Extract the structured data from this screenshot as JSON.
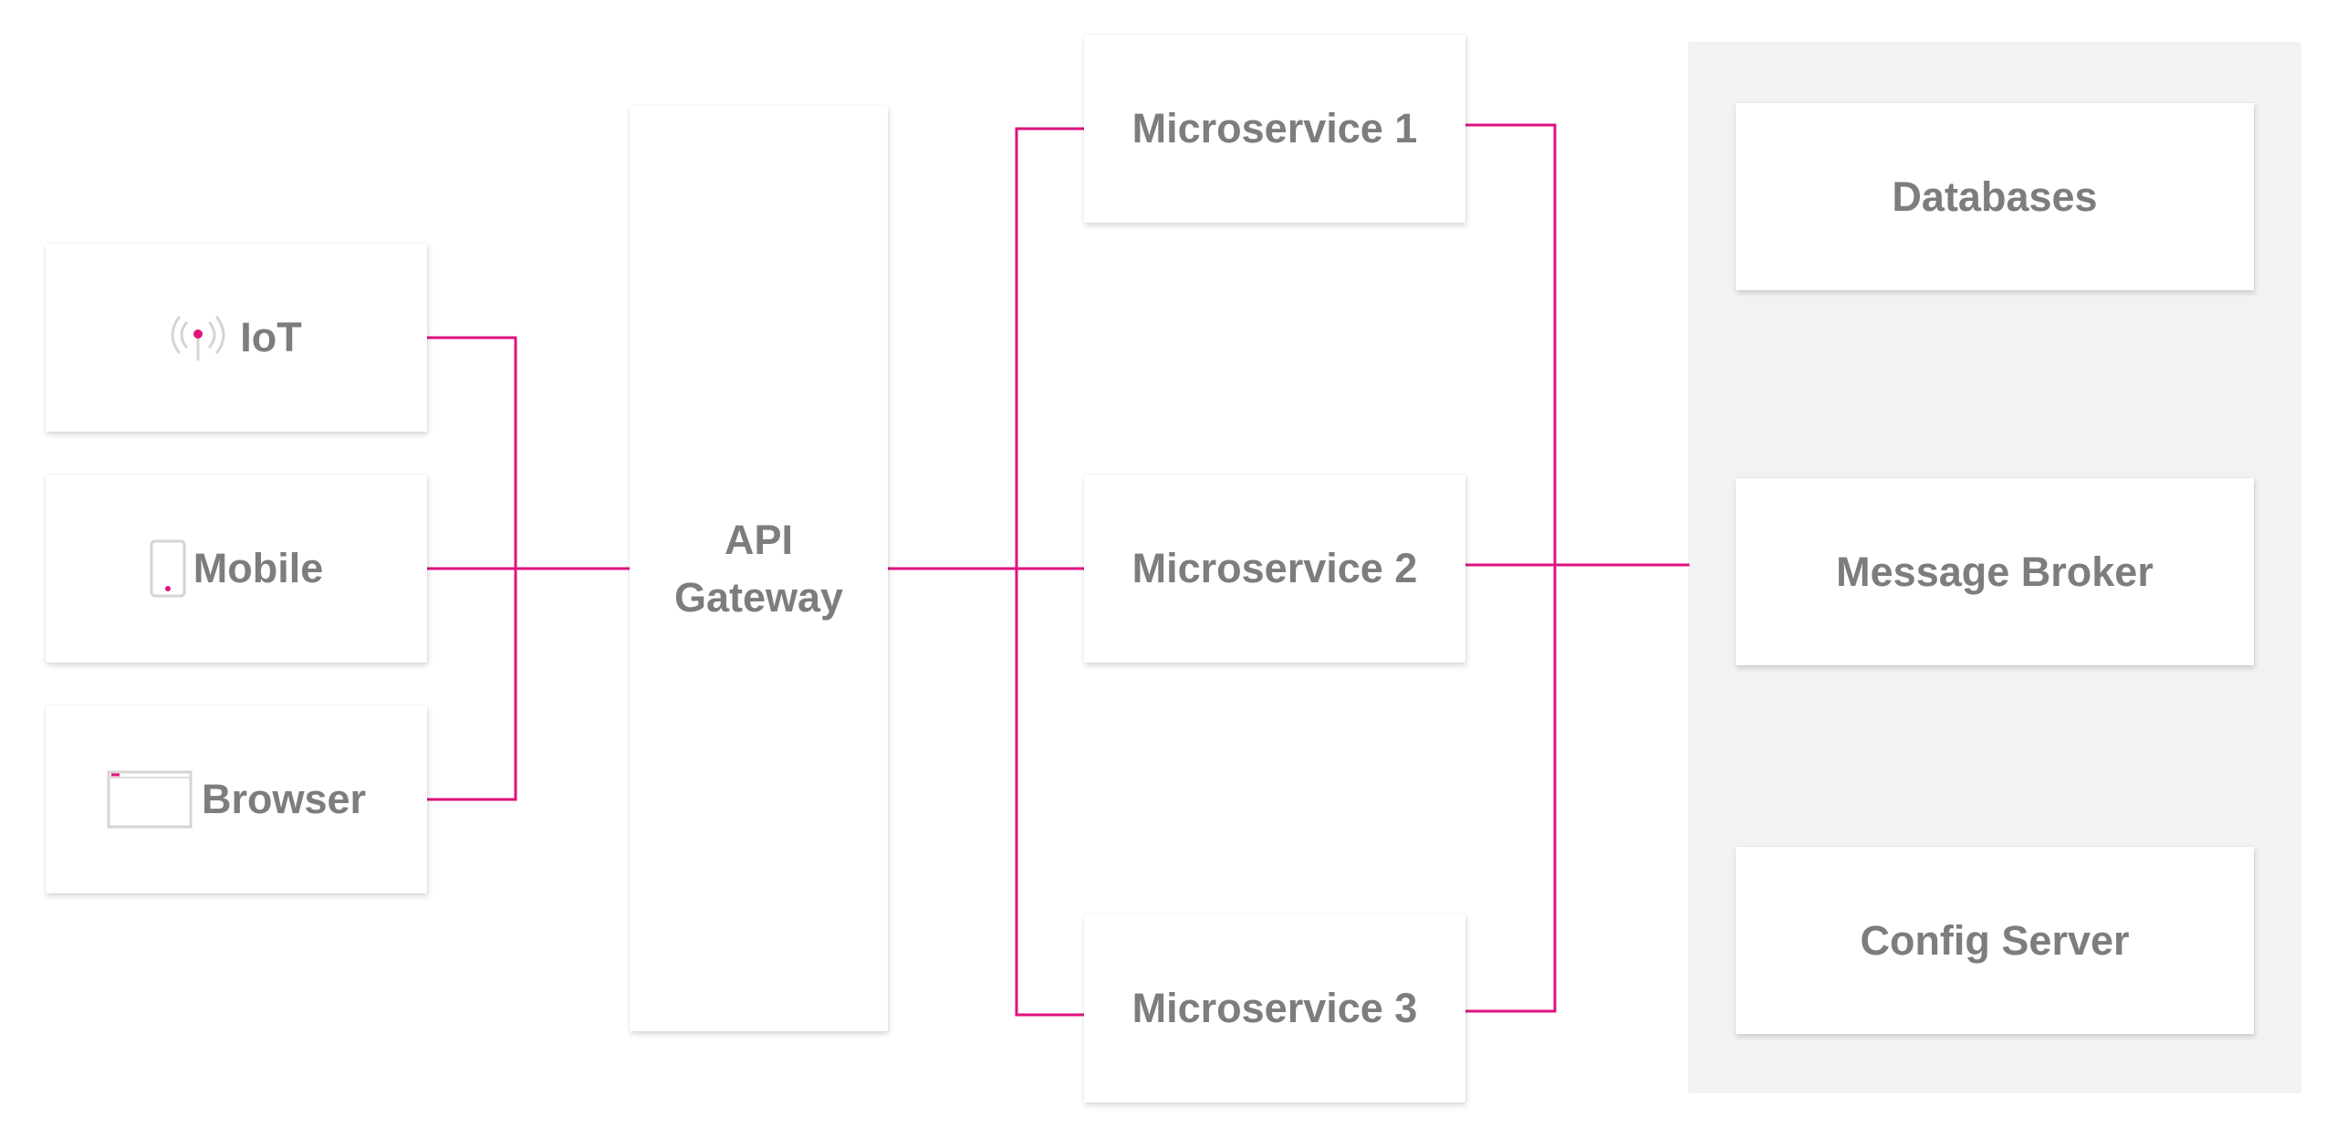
{
  "colors": {
    "connector": "#e0127f",
    "node_background": "#ffffff",
    "infra_panel_background": "#f2f2f2",
    "label_text": "#7d7d7d"
  },
  "clients": [
    {
      "label": "IoT",
      "icon": "iot-antenna-icon"
    },
    {
      "label": "Mobile",
      "icon": "mobile-phone-icon"
    },
    {
      "label": "Browser",
      "icon": "browser-window-icon"
    }
  ],
  "gateway": {
    "line1": "API",
    "line2": "Gateway"
  },
  "microservices": [
    {
      "label": "Microservice 1"
    },
    {
      "label": "Microservice 2"
    },
    {
      "label": "Microservice 3"
    }
  ],
  "infrastructure": [
    {
      "label": "Databases"
    },
    {
      "label": "Message Broker"
    },
    {
      "label": "Config Server"
    }
  ]
}
